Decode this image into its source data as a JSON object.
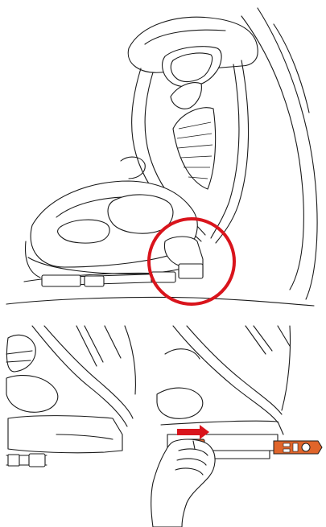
{
  "figure": {
    "panels": [
      "overview",
      "detail-left",
      "detail-right"
    ],
    "accent_color": "#d9141c",
    "connector_color": "#e0652b",
    "line_color": "#1a1a1a"
  }
}
